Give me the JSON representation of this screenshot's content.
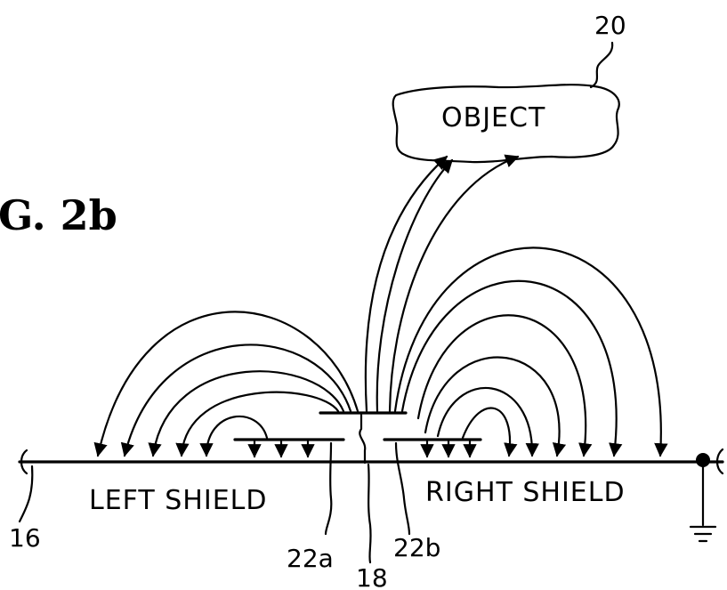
{
  "figure_label": "G. 2b",
  "object_label": "OBJECT",
  "left_shield_label": "LEFT SHIELD",
  "right_shield_label": "RIGHT SHIELD",
  "reference_numerals": {
    "object": "20",
    "ground_line": "16",
    "center_electrode": "18",
    "left_electrode": "22a",
    "right_electrode": "22b"
  }
}
